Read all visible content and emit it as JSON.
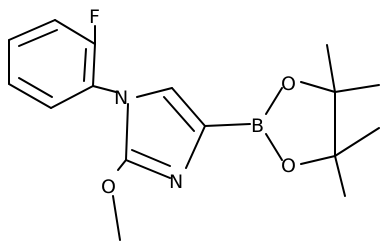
{
  "structure": {
    "atom_labels": {
      "F": "F",
      "N1": "N",
      "N3": "N",
      "O_methoxy": "O",
      "B": "B",
      "O_top": "O",
      "O_bottom": "O"
    }
  }
}
